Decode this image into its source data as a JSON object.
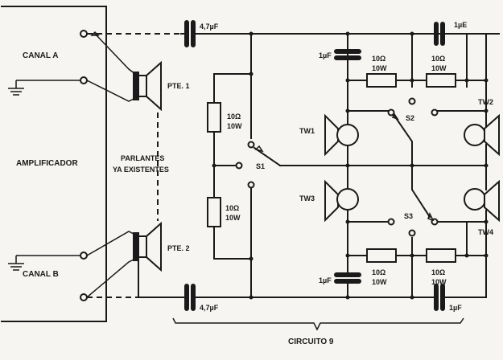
{
  "amplifier": {
    "title": "AMPLIFICADOR",
    "channel_a": "CANAL A",
    "channel_b": "CANAL B"
  },
  "speakers": {
    "pte1": "PTE. 1",
    "pte2": "PTE. 2",
    "existing_line1": "PARLANTES",
    "existing_line2": "YA EXISTENTES"
  },
  "capacitors": {
    "top_input": "4,7µF",
    "bottom_input": "4,7µF",
    "top_left": "1µF",
    "top_right": "1µE",
    "bottom_left": "1µF",
    "bottom_right": "1µF"
  },
  "resistors": {
    "value": "10Ω",
    "power": "10W"
  },
  "switches": {
    "s1": "S1",
    "s2": "S2",
    "s3": "S3"
  },
  "tweeters": {
    "tw1": "TW1",
    "tw2": "TW2",
    "tw3": "TW3",
    "tw4": "TW4"
  },
  "circuit_label": "CIRCUITO 9"
}
